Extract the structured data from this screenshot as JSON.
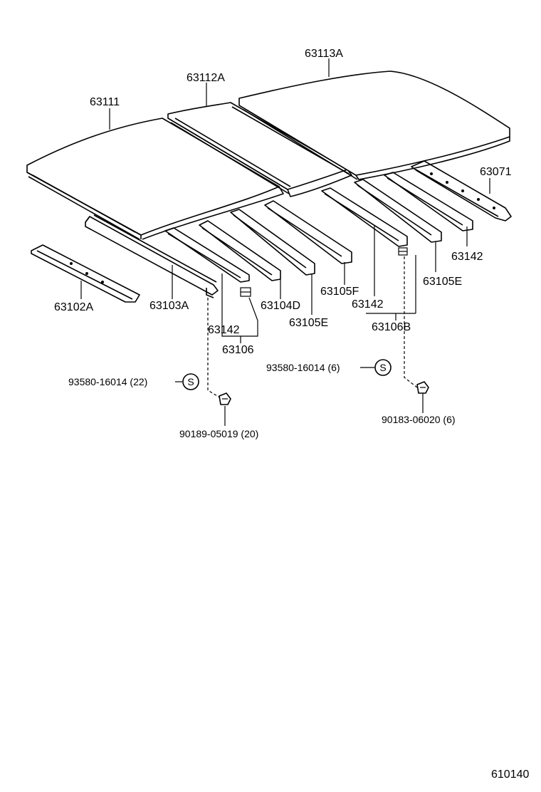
{
  "labels": {
    "p63113A": "63113A",
    "p63112A": "63112A",
    "p63111": "63111",
    "p63071": "63071",
    "p63142_right": "63142",
    "p63105E_right": "63105E",
    "p63105F": "63105F",
    "p63142_mid": "63142",
    "p63106B": "63106B",
    "p63102A": "63102A",
    "p63103A": "63103A",
    "p63104D": "63104D",
    "p63105E_mid": "63105E",
    "p63142_left": "63142",
    "p63106": "63106",
    "p93580_left": "93580-16014 (22)",
    "p93580_right": "93580-16014 (6)",
    "p90189": "90189-05019 (20)",
    "p90183": "90183-06020 (6)",
    "s_left": "S",
    "s_right": "S",
    "figure_number": "610140"
  }
}
